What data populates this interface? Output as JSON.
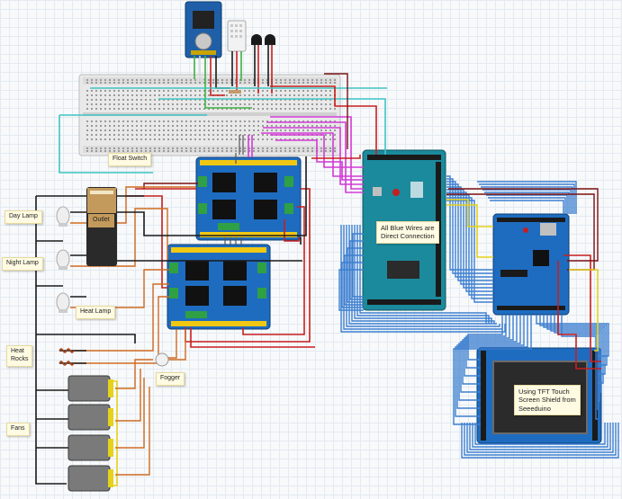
{
  "labels": {
    "float_switch": "Float Switch",
    "outlet": "Outlet",
    "day_lamp": "Day Lamp",
    "night_lamp": "Night Lamp",
    "heat_lamp": "Heat Lamp",
    "heat_rocks": "Heat\nRocks",
    "fogger": "Fogger",
    "fans": "Fans",
    "blue_wires_note": "All Blue Wires are\nDirect Connection",
    "tft_note": "Using TFT Touch\nScreen Shield from\nSeeeduino"
  },
  "colors": {
    "blue_wire": "#3d7fd0",
    "red_wire": "#c81e1e",
    "dark_red_wire": "#7a1010",
    "magenta_wire": "#d23ad6",
    "cyan_wire": "#3fc4c4",
    "orange_wire": "#d06a20",
    "yellow_wire": "#e6d21a",
    "black_wire": "#1a1a1a",
    "board_blue": "#1d6fb0",
    "arduino_teal": "#1b8a9c"
  }
}
